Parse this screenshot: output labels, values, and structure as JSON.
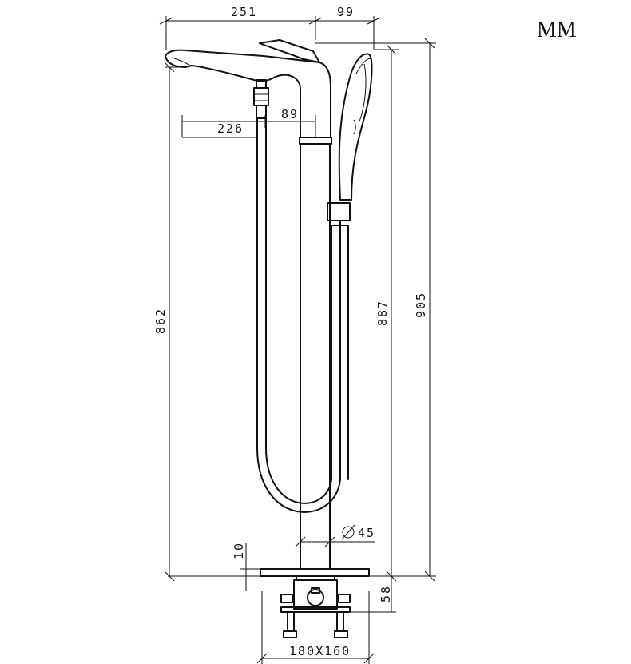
{
  "units": "MM",
  "dimensions": {
    "spout_reach": "251",
    "handshower_offset": "99",
    "spout_to_hose": "226",
    "hose_to_column": "89",
    "spout_height": "862",
    "column_height": "887",
    "total_height": "905",
    "base_thickness": "10",
    "box_depth": "58",
    "column_diameter": "45",
    "box_size": "180X160"
  }
}
